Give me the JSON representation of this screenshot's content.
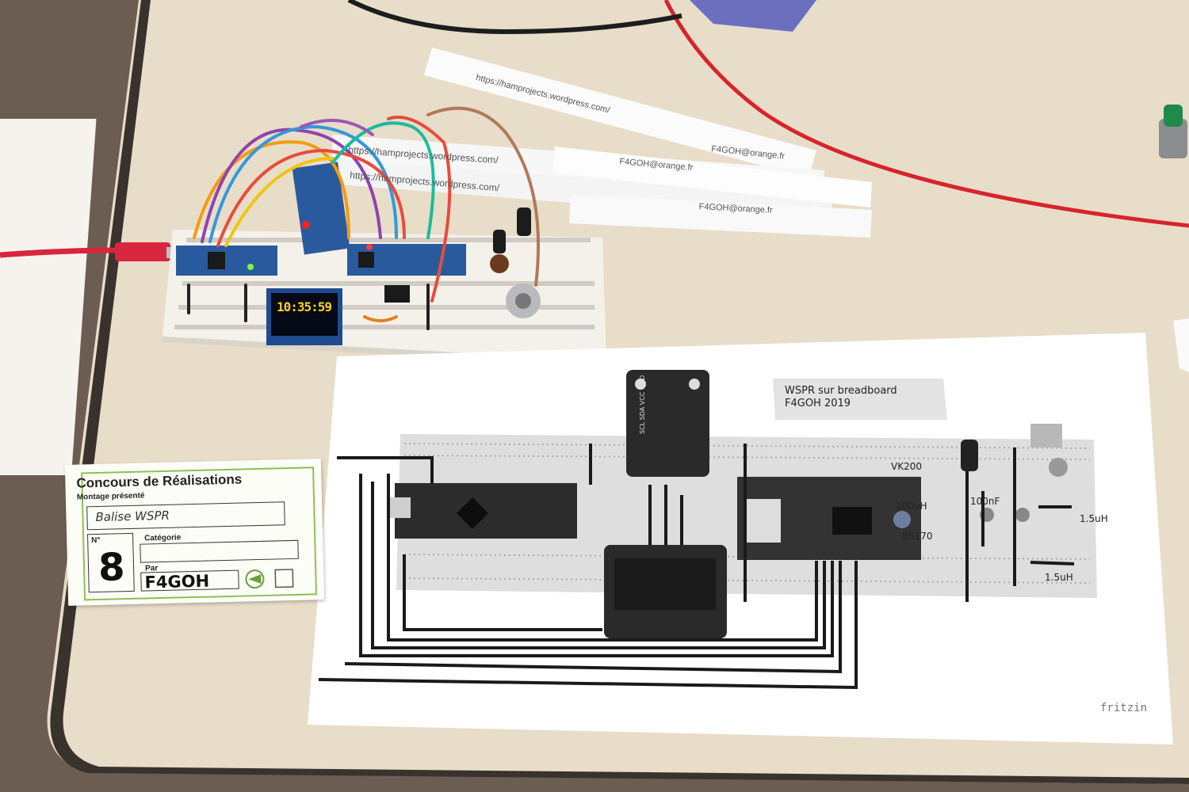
{
  "paper_slips": [
    {
      "text": "https://hamprojects.wordpress.com/"
    },
    {
      "text": "https://hamprojects.wordpress.com/"
    },
    {
      "text": "https://hamprojects.wordpress.com/"
    },
    {
      "text": "F4GOH@orange.fr"
    },
    {
      "text": "F4GOH@orange.fr"
    },
    {
      "text": "F4GOH@orange.fr"
    }
  ],
  "oled_display": {
    "time": "10:35:59"
  },
  "contest_card": {
    "title": "Concours de Réalisations",
    "project_label": "Montage présenté",
    "project_value": "Balise WSPR",
    "number_label": "N°",
    "number_value": "8",
    "category_label": "Catégorie",
    "author_label": "Par",
    "author_value": "F4GOH"
  },
  "schematic_print": {
    "title_line1": "WSPR sur breadboard",
    "title_line2": "F4GOH 2019",
    "labels": {
      "vk200": "VK200",
      "inductor_100uh": "100uH",
      "capacitor_100nf": "100nF",
      "bs170": "BS170",
      "inductor_1": "1.5uH",
      "inductor_2": "1.5uH"
    },
    "module_rtc": "SCL SDA VCC GND",
    "watermark": "fritzin"
  },
  "colors": {
    "table": "#e9dfcb",
    "paper": "#ffffff",
    "breadboard": "#f4f1ea",
    "arduino": "#2a5a9e",
    "usb_cable": "#d7263d",
    "card_border": "#8cc152"
  }
}
